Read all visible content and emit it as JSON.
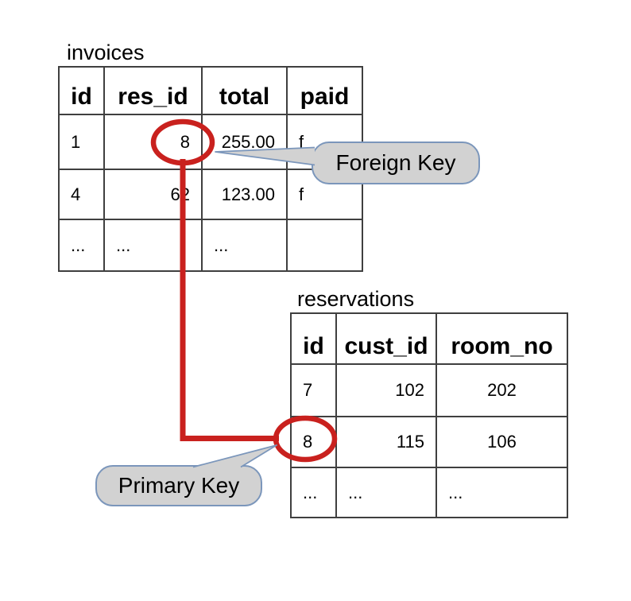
{
  "colors": {
    "annotation_red": "#c9211e",
    "callout_fill": "#d2d2d2",
    "callout_border": "#7b96bb",
    "table_border": "#3f3f3f",
    "text": "#000000",
    "background": "#ffffff"
  },
  "tables": {
    "invoices": {
      "title": "invoices",
      "headers": [
        "id",
        "res_id",
        "total",
        "paid"
      ],
      "rows": [
        [
          "1",
          "8",
          "255.00",
          "f"
        ],
        [
          "4",
          "62",
          "123.00",
          "f"
        ],
        [
          "...",
          "...",
          "...",
          ""
        ]
      ]
    },
    "reservations": {
      "title": "reservations",
      "headers": [
        "id",
        "cust_id",
        "room_no"
      ],
      "rows": [
        [
          "7",
          "102",
          "202"
        ],
        [
          "8",
          "115",
          "106"
        ],
        [
          "...",
          "...",
          "..."
        ]
      ]
    }
  },
  "callouts": {
    "foreign_key": "Foreign Key",
    "primary_key": "Primary Key"
  },
  "annotations": {
    "circled_foreign_key_value": "8",
    "circled_primary_key_value": "8"
  }
}
